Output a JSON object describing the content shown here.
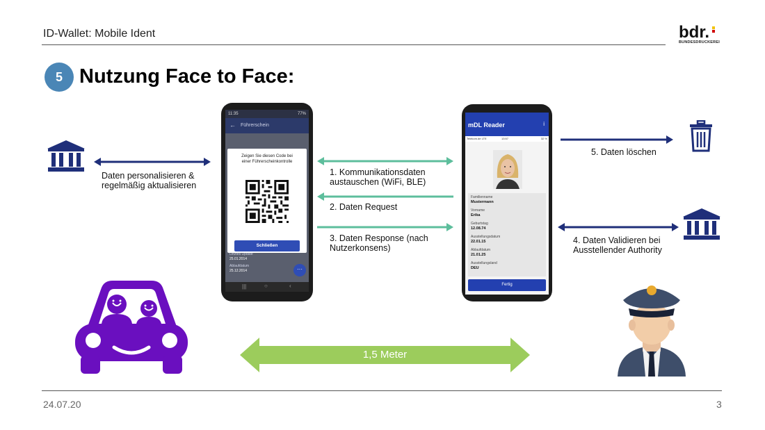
{
  "header": {
    "title": "ID-Wallet: Mobile Ident"
  },
  "logo": {
    "brand": "bdr.",
    "subtitle": "BUNDESDRUCKEREI"
  },
  "section": {
    "step_number": "5",
    "title": "Nutzung Face to Face:"
  },
  "left_label": {
    "line1": "Daten personalisieren &",
    "line2": "regelmäßig aktualisieren"
  },
  "flow": {
    "step1_line1": "1. Kommunikationsdaten",
    "step1_line2": "austauschen (WiFi, BLE)",
    "step2": "2. Daten Request",
    "step3_line1": "3. Daten Response (nach",
    "step3_line2": "Nutzerkonsens)",
    "step4_line1": "4. Daten Validieren bei",
    "step4_line2": "Ausstellender Authority",
    "step5": "5. Daten löschen"
  },
  "wallet_phone": {
    "status_time": "11:35",
    "status_battery": "77%",
    "app_title": "Führerschein",
    "dialog_text_line1": "Zeigen Sie diesen Code bei",
    "dialog_text_line2": "einer Führerscheinkontrolle",
    "close_button": "Schließen",
    "field1_label": "Letztes Update",
    "field1_value": "25.01.2014",
    "field2_label": "Ablaufdatum",
    "field2_value": "25.12.2014"
  },
  "reader_phone": {
    "status_carrier": "Telekom.de  LTE",
    "status_time": "13:57",
    "status_battery": "32 %",
    "app_title": "mDL Reader",
    "fields": [
      {
        "label": "Familienname",
        "value": "Mustermann"
      },
      {
        "label": "Vorname",
        "value": "Erika"
      },
      {
        "label": "Geburtstag",
        "value": "12.08.74"
      },
      {
        "label": "Ausstellungsdatum",
        "value": "22.01.15"
      },
      {
        "label": "Ablaufdatum",
        "value": "21.01.25"
      },
      {
        "label": "Ausstellungsland",
        "value": "DEU"
      }
    ],
    "done_button": "Fertig"
  },
  "distance": {
    "label": "1,5 Meter"
  },
  "footer": {
    "date": "24.07.20",
    "page": "3"
  },
  "colors": {
    "navy": "#1f2f7a",
    "teal_arrow": "#5dbe9c",
    "green": "#9ccc5c",
    "purple": "#6a0fbf",
    "step_blue": "#4a86b6"
  }
}
